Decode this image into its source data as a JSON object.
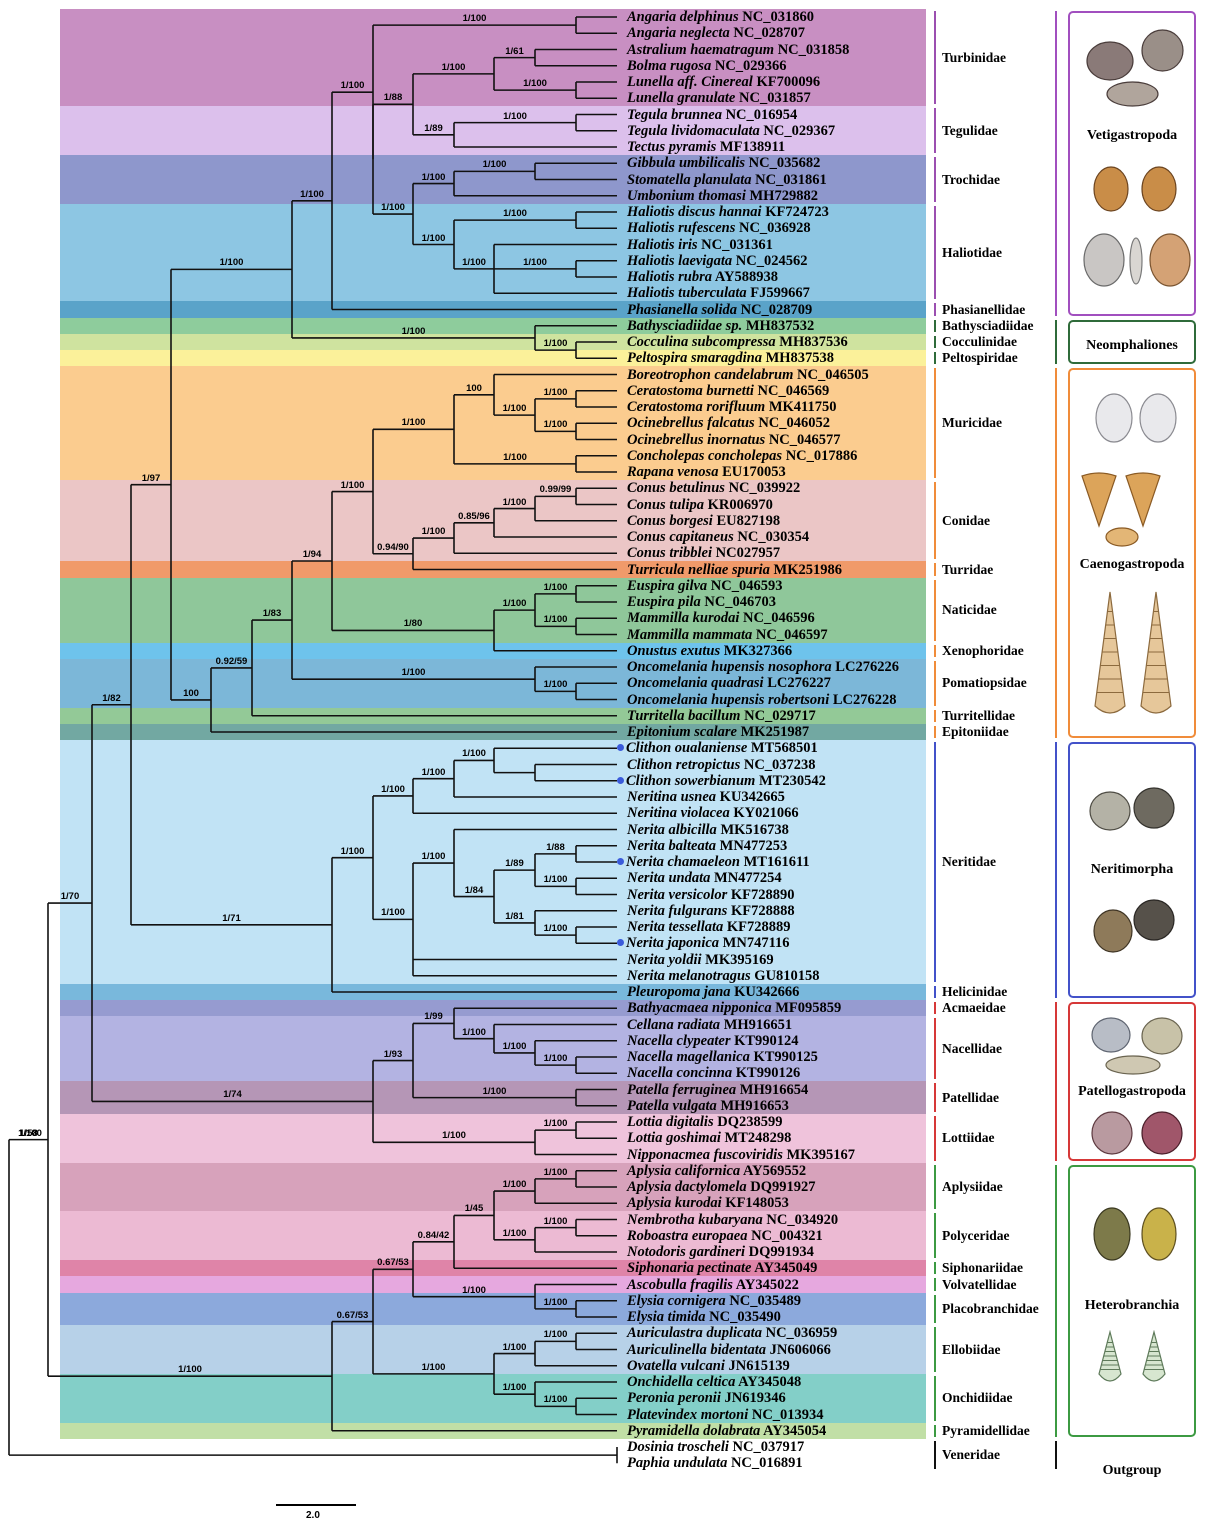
{
  "taxa": [
    {
      "species": "Angaria delphinus",
      "accession": "NC_031860",
      "marked": false
    },
    {
      "species": "Angaria neglecta",
      "accession": "NC_028707",
      "marked": false
    },
    {
      "species": "Astralium haematragum",
      "accession": "NC_031858",
      "marked": false
    },
    {
      "species": "Bolma rugosa",
      "accession": "NC_029366",
      "marked": false
    },
    {
      "species": "Lunella aff. Cinereal",
      "accession": "KF700096",
      "marked": false
    },
    {
      "species": "Lunella granulate",
      "accession": "NC_031857",
      "marked": false
    },
    {
      "species": "Tegula brunnea",
      "accession": "NC_016954",
      "marked": false
    },
    {
      "species": "Tegula lividomaculata",
      "accession": "NC_029367",
      "marked": false
    },
    {
      "species": "Tectus pyramis",
      "accession": "MF138911",
      "marked": false
    },
    {
      "species": "Gibbula umbilicalis",
      "accession": "NC_035682",
      "marked": false
    },
    {
      "species": "Stomatella planulata",
      "accession": "NC_031861",
      "marked": false
    },
    {
      "species": "Umbonium thomasi",
      "accession": "MH729882",
      "marked": false
    },
    {
      "species": "Haliotis discus hannai",
      "accession": "KF724723",
      "marked": false
    },
    {
      "species": "Haliotis rufescens",
      "accession": "NC_036928",
      "marked": false
    },
    {
      "species": "Haliotis iris",
      "accession": "NC_031361",
      "marked": false
    },
    {
      "species": "Haliotis laevigata",
      "accession": "NC_024562",
      "marked": false
    },
    {
      "species": "Haliotis rubra",
      "accession": "AY588938",
      "marked": false
    },
    {
      "species": "Haliotis tuberculata",
      "accession": "FJ599667",
      "marked": false
    },
    {
      "species": "Phasianella solida",
      "accession": "NC_028709",
      "marked": false
    },
    {
      "species": "Bathysciadiidae sp.",
      "accession": "MH837532",
      "marked": false
    },
    {
      "species": "Cocculina subcompressa",
      "accession": "MH837536",
      "marked": false
    },
    {
      "species": "Peltospira smaragdina",
      "accession": "MH837538",
      "marked": false
    },
    {
      "species": "Boreotrophon candelabrum",
      "accession": "NC_046505",
      "marked": false
    },
    {
      "species": "Ceratostoma burnetti",
      "accession": "NC_046569",
      "marked": false
    },
    {
      "species": "Ceratostoma rorifluum",
      "accession": "MK411750",
      "marked": false
    },
    {
      "species": "Ocinebrellus falcatus",
      "accession": "NC_046052",
      "marked": false
    },
    {
      "species": "Ocinebrellus inornatus",
      "accession": "NC_046577",
      "marked": false
    },
    {
      "species": "Concholepas concholepas",
      "accession": "NC_017886",
      "marked": false
    },
    {
      "species": "Rapana venosa",
      "accession": "EU170053",
      "marked": false
    },
    {
      "species": "Conus betulinus",
      "accession": "NC_039922",
      "marked": false
    },
    {
      "species": "Conus tulipa",
      "accession": "KR006970",
      "marked": false
    },
    {
      "species": "Conus borgesi",
      "accession": "EU827198",
      "marked": false
    },
    {
      "species": "Conus capitaneus",
      "accession": "NC_030354",
      "marked": false
    },
    {
      "species": "Conus tribblei",
      "accession": "NC027957",
      "marked": false
    },
    {
      "species": "Turricula nelliae spuria",
      "accession": "MK251986",
      "marked": false
    },
    {
      "species": "Euspira gilva",
      "accession": "NC_046593",
      "marked": false
    },
    {
      "species": "Euspira pila",
      "accession": "NC_046703",
      "marked": false
    },
    {
      "species": "Mammilla kurodai",
      "accession": "NC_046596",
      "marked": false
    },
    {
      "species": "Mammilla mammata",
      "accession": "NC_046597",
      "marked": false
    },
    {
      "species": "Onustus exutus",
      "accession": "MK327366",
      "marked": false
    },
    {
      "species": "Oncomelania hupensis nosophora",
      "accession": "LC276226",
      "marked": false
    },
    {
      "species": "Oncomelania quadrasi",
      "accession": "LC276227",
      "marked": false
    },
    {
      "species": "Oncomelania hupensis robertsoni",
      "accession": "LC276228",
      "marked": false
    },
    {
      "species": "Turritella bacillum",
      "accession": "NC_029717",
      "marked": false
    },
    {
      "species": "Epitonium scalare",
      "accession": "MK251987",
      "marked": false
    },
    {
      "species": "Clithon oualaniense",
      "accession": "MT568501",
      "marked": true
    },
    {
      "species": "Clithon retropictus",
      "accession": "NC_037238",
      "marked": false
    },
    {
      "species": "Clithon sowerbianum",
      "accession": "MT230542",
      "marked": true
    },
    {
      "species": "Neritina usnea",
      "accession": "KU342665",
      "marked": false
    },
    {
      "species": "Neritina violacea",
      "accession": "KY021066",
      "marked": false
    },
    {
      "species": "Nerita albicilla",
      "accession": "MK516738",
      "marked": false
    },
    {
      "species": "Nerita balteata",
      "accession": "MN477253",
      "marked": false
    },
    {
      "species": "Nerita chamaeleon",
      "accession": "MT161611",
      "marked": true
    },
    {
      "species": "Nerita undata",
      "accession": "MN477254",
      "marked": false
    },
    {
      "species": "Nerita versicolor",
      "accession": "KF728890",
      "marked": false
    },
    {
      "species": "Nerita fulgurans",
      "accession": "KF728888",
      "marked": false
    },
    {
      "species": "Nerita tessellata",
      "accession": "KF728889",
      "marked": false
    },
    {
      "species": "Nerita japonica",
      "accession": "MN747116",
      "marked": true
    },
    {
      "species": "Nerita yoldii",
      "accession": "MK395169",
      "marked": false
    },
    {
      "species": "Nerita melanotragus",
      "accession": "GU810158",
      "marked": false
    },
    {
      "species": "Pleuropoma jana",
      "accession": "KU342666",
      "marked": false
    },
    {
      "species": "Bathyacmaea nipponica",
      "accession": "MF095859",
      "marked": false
    },
    {
      "species": "Cellana radiata",
      "accession": "MH916651",
      "marked": false
    },
    {
      "species": "Nacella clypeater",
      "accession": "KT990124",
      "marked": false
    },
    {
      "species": "Nacella magellanica",
      "accession": "KT990125",
      "marked": false
    },
    {
      "species": "Nacella concinna",
      "accession": "KT990126",
      "marked": false
    },
    {
      "species": "Patella ferruginea",
      "accession": "MH916654",
      "marked": false
    },
    {
      "species": "Patella vulgata",
      "accession": "MH916653",
      "marked": false
    },
    {
      "species": "Lottia digitalis",
      "accession": "DQ238599",
      "marked": false
    },
    {
      "species": "Lottia goshimai",
      "accession": "MT248298",
      "marked": false
    },
    {
      "species": "Nipponacmea fuscoviridis",
      "accession": "MK395167",
      "marked": false
    },
    {
      "species": "Aplysia californica",
      "accession": "AY569552",
      "marked": false
    },
    {
      "species": "Aplysia dactylomela",
      "accession": "DQ991927",
      "marked": false
    },
    {
      "species": "Aplysia kurodai",
      "accession": "KF148053",
      "marked": false
    },
    {
      "species": "Nembrotha kubaryana",
      "accession": "NC_034920",
      "marked": false
    },
    {
      "species": "Roboastra europaea",
      "accession": "NC_004321",
      "marked": false
    },
    {
      "species": "Notodoris gardineri",
      "accession": "DQ991934",
      "marked": false
    },
    {
      "species": "Siphonaria pectinate",
      "accession": "AY345049",
      "marked": false
    },
    {
      "species": "Ascobulla fragilis",
      "accession": "AY345022",
      "marked": false
    },
    {
      "species": "Elysia cornigera",
      "accession": "NC_035489",
      "marked": false
    },
    {
      "species": "Elysia timida",
      "accession": "NC_035490",
      "marked": false
    },
    {
      "species": "Auriculastra duplicata",
      "accession": "NC_036959",
      "marked": false
    },
    {
      "species": "Auriculinella bidentata",
      "accession": "JN606066",
      "marked": false
    },
    {
      "species": "Ovatella vulcani",
      "accession": "JN615139",
      "marked": false
    },
    {
      "species": "Onchidella celtica",
      "accession": "AY345048",
      "marked": false
    },
    {
      "species": "Peronia peronii",
      "accession": "JN619346",
      "marked": false
    },
    {
      "species": "Platevindex mortoni",
      "accession": "NC_013934",
      "marked": false
    },
    {
      "species": "Pyramidella dolabrata",
      "accession": "AY345054",
      "marked": false
    },
    {
      "species": "Dosinia troscheli",
      "accession": "NC_037917",
      "marked": false
    },
    {
      "species": "Paphia undulata",
      "accession": "NC_016891",
      "marked": false
    }
  ],
  "families": [
    {
      "name": "Turbinidae",
      "first": 0,
      "last": 5,
      "color": "#c88fc2",
      "line": "#9b4fb0"
    },
    {
      "name": "Tegulidae",
      "first": 6,
      "last": 8,
      "color": "#dcc0ec",
      "line": "#9b4fb0"
    },
    {
      "name": "Trochidae",
      "first": 9,
      "last": 11,
      "color": "#8e97cc",
      "line": "#9b4fb0"
    },
    {
      "name": "Haliotidae",
      "first": 12,
      "last": 17,
      "color": "#8dc6e3",
      "line": "#9b4fb0"
    },
    {
      "name": "Phasianellidae",
      "first": 18,
      "last": 18,
      "color": "#5aa3c9",
      "line": "#9b4fb0"
    },
    {
      "name": "Bathysciadiidae",
      "first": 19,
      "last": 19,
      "color": "#8ecc9c",
      "line": "#2f6b3a"
    },
    {
      "name": "Cocculinidae",
      "first": 20,
      "last": 20,
      "color": "#cfe39f",
      "line": "#2f6b3a"
    },
    {
      "name": "Peltospiridae",
      "first": 21,
      "last": 21,
      "color": "#fbf19a",
      "line": "#2f6b3a"
    },
    {
      "name": "Muricidae",
      "first": 22,
      "last": 28,
      "color": "#fbcc8f",
      "line": "#f08c3a"
    },
    {
      "name": "Conidae",
      "first": 29,
      "last": 33,
      "color": "#ebc6c6",
      "line": "#f08c3a"
    },
    {
      "name": "Turridae",
      "first": 34,
      "last": 34,
      "color": "#f09a6a",
      "line": "#f08c3a"
    },
    {
      "name": "Naticidae",
      "first": 35,
      "last": 38,
      "color": "#8fc79a",
      "line": "#f08c3a"
    },
    {
      "name": "Xenophoridae",
      "first": 39,
      "last": 39,
      "color": "#6ec3ec",
      "line": "#f08c3a"
    },
    {
      "name": "Pomatiopsidae",
      "first": 40,
      "last": 42,
      "color": "#7cb7d8",
      "line": "#f08c3a"
    },
    {
      "name": "Turritellidae",
      "first": 43,
      "last": 43,
      "color": "#93c997",
      "line": "#f08c3a"
    },
    {
      "name": "Epitoniidae",
      "first": 44,
      "last": 44,
      "color": "#72a8a2",
      "line": "#f08c3a"
    },
    {
      "name": "Neritidae",
      "first": 45,
      "last": 59,
      "color": "#c1e3f5",
      "line": "#4352c9"
    },
    {
      "name": "Helicinidae",
      "first": 60,
      "last": 60,
      "color": "#79b8dc",
      "line": "#4352c9"
    },
    {
      "name": "Acmaeidae",
      "first": 61,
      "last": 61,
      "color": "#969bd0",
      "line": "#d63838"
    },
    {
      "name": "Nacellidae",
      "first": 62,
      "last": 65,
      "color": "#b3b3e2",
      "line": "#d63838"
    },
    {
      "name": "Patellidae",
      "first": 66,
      "last": 67,
      "color": "#b596b6",
      "line": "#d63838"
    },
    {
      "name": "Lottiidae",
      "first": 68,
      "last": 70,
      "color": "#efc3db",
      "line": "#d63838"
    },
    {
      "name": "Aplysiidae",
      "first": 71,
      "last": 73,
      "color": "#d7a2bb",
      "line": "#3c9a42"
    },
    {
      "name": "Polyceridae",
      "first": 74,
      "last": 76,
      "color": "#ecbad3",
      "line": "#3c9a42"
    },
    {
      "name": "Siphonariidae",
      "first": 77,
      "last": 77,
      "color": "#df84a8",
      "line": "#3c9a42"
    },
    {
      "name": "Volvatellidae",
      "first": 78,
      "last": 78,
      "color": "#e6a8df",
      "line": "#3c9a42"
    },
    {
      "name": "Placobranchidae",
      "first": 79,
      "last": 80,
      "color": "#8ca9dc",
      "line": "#3c9a42"
    },
    {
      "name": "Ellobiidae",
      "first": 81,
      "last": 83,
      "color": "#b7d1e8",
      "line": "#3c9a42"
    },
    {
      "name": "Onchidiidae",
      "first": 84,
      "last": 86,
      "color": "#83cfc8",
      "line": "#3c9a42"
    },
    {
      "name": "Pyramidellidae",
      "first": 87,
      "last": 87,
      "color": "#c1dfa6",
      "line": "#3c9a42"
    },
    {
      "name": "Veneridae",
      "first": 88,
      "last": 89,
      "color": "#ffffff",
      "line": "#111111"
    }
  ],
  "clades": [
    {
      "name": "Vetigastropoda",
      "first": 0,
      "last": 18,
      "color": "#a14fbf",
      "boxed": true
    },
    {
      "name": "Neomphaliones",
      "first": 19,
      "last": 21,
      "color": "#2f6b3a",
      "boxed": true
    },
    {
      "name": "Caenogastropoda",
      "first": 22,
      "last": 44,
      "color": "#f08c3a",
      "boxed": true
    },
    {
      "name": "Neritimorpha",
      "first": 45,
      "last": 60,
      "color": "#4352c9",
      "boxed": true
    },
    {
      "name": "Patellogastropoda",
      "first": 61,
      "last": 70,
      "color": "#d63838",
      "boxed": true
    },
    {
      "name": "Heterobranchia",
      "first": 71,
      "last": 87,
      "color": "#3c9a42",
      "boxed": true
    },
    {
      "name": "Outgroup",
      "first": 88,
      "last": 89,
      "color": "#111111",
      "boxed": false
    }
  ],
  "support_labels": [
    {
      "id": "n_root",
      "text": "1/100"
    },
    {
      "id": "n_gastro",
      "text": "1/58"
    },
    {
      "id": "n_a",
      "text": "1/70"
    },
    {
      "id": "n_b",
      "text": "1/82"
    },
    {
      "id": "n_c",
      "text": "1/97"
    },
    {
      "id": "n_vetineo",
      "text": "1/100"
    },
    {
      "id": "n_vet",
      "text": "1/100"
    },
    {
      "id": "n_vet2",
      "text": "1/100"
    },
    {
      "id": "n_angaria",
      "text": "1/100"
    },
    {
      "id": "n_turb_teg",
      "text": "1/88"
    },
    {
      "id": "n_turb",
      "text": "1/100"
    },
    {
      "id": "n_astbol",
      "text": "1/61"
    },
    {
      "id": "n_lunella",
      "text": "1/100"
    },
    {
      "id": "n_teg",
      "text": "1/89"
    },
    {
      "id": "n_tegula",
      "text": "1/100"
    },
    {
      "id": "n_troc_hal",
      "text": "1/100"
    },
    {
      "id": "n_troc",
      "text": "1/100"
    },
    {
      "id": "n_gibsto",
      "text": "1/100"
    },
    {
      "id": "n_hal",
      "text": "1/100"
    },
    {
      "id": "n_hal12",
      "text": "1/100"
    },
    {
      "id": "n_hal3456",
      "text": "1/100"
    },
    {
      "id": "n_hal45",
      "text": "1/100"
    },
    {
      "id": "n_neom",
      "text": "1/100"
    },
    {
      "id": "n_neom2",
      "text": "1/100"
    },
    {
      "id": "n_caeno",
      "text": "100"
    },
    {
      "id": "n_caeno2",
      "text": "0.92/59"
    },
    {
      "id": "n_caeno3",
      "text": "1/83"
    },
    {
      "id": "n_caeno4",
      "text": "1/94"
    },
    {
      "id": "n_neo",
      "text": "1/100"
    },
    {
      "id": "n_mur",
      "text": "1/100"
    },
    {
      "id": "n_mur2",
      "text": "100"
    },
    {
      "id": "n_cer",
      "text": "1/100"
    },
    {
      "id": "n_cerb",
      "text": "1/100"
    },
    {
      "id": "n_ocin",
      "text": "1/100"
    },
    {
      "id": "n_conrap",
      "text": "1/100"
    },
    {
      "id": "n_conturr",
      "text": "0.94/90"
    },
    {
      "id": "n_conus",
      "text": "1/100"
    },
    {
      "id": "n_conus2",
      "text": "0.85/96"
    },
    {
      "id": "n_conus3",
      "text": "1/100"
    },
    {
      "id": "n_conus4",
      "text": "0.99/99"
    },
    {
      "id": "n_natx",
      "text": "1/80"
    },
    {
      "id": "n_nat",
      "text": "1/100"
    },
    {
      "id": "n_eus",
      "text": "1/100"
    },
    {
      "id": "n_mam",
      "text": "1/100"
    },
    {
      "id": "n_pom",
      "text": "1/100"
    },
    {
      "id": "n_pom2",
      "text": "1/100"
    },
    {
      "id": "n_neri",
      "text": "1/71"
    },
    {
      "id": "n_neri2",
      "text": "1/100"
    },
    {
      "id": "n_cln",
      "text": "1/100"
    },
    {
      "id": "n_cl",
      "text": "1/100"
    },
    {
      "id": "n_cl2",
      "text": "1/100"
    },
    {
      "id": "n_nerita",
      "text": "1/100"
    },
    {
      "id": "n_nerita2",
      "text": "1/100"
    },
    {
      "id": "n_ner3",
      "text": "1/84"
    },
    {
      "id": "n_ner4",
      "text": "1/89"
    },
    {
      "id": "n_ner5",
      "text": "1/88"
    },
    {
      "id": "n_ner6",
      "text": "1/100"
    },
    {
      "id": "n_ner7",
      "text": "1/81"
    },
    {
      "id": "n_ner8",
      "text": "1/100"
    },
    {
      "id": "n_pat",
      "text": "1/74"
    },
    {
      "id": "n_pat2",
      "text": "1/93"
    },
    {
      "id": "n_acnac",
      "text": "1/99"
    },
    {
      "id": "n_nac",
      "text": "1/100"
    },
    {
      "id": "n_nac2",
      "text": "1/100"
    },
    {
      "id": "n_nac3",
      "text": "1/100"
    },
    {
      "id": "n_patel",
      "text": "1/100"
    },
    {
      "id": "n_lot",
      "text": "1/100"
    },
    {
      "id": "n_lot2",
      "text": "1/100"
    },
    {
      "id": "n_het",
      "text": "1/100"
    },
    {
      "id": "n_het2",
      "text": "0.67/53"
    },
    {
      "id": "n_het3",
      "text": "0.67/53"
    },
    {
      "id": "n_het4",
      "text": "0.84/42"
    },
    {
      "id": "n_het5",
      "text": "1/45"
    },
    {
      "id": "n_apl",
      "text": "1/100"
    },
    {
      "id": "n_apl2",
      "text": "1/100"
    },
    {
      "id": "n_poly",
      "text": "1/100"
    },
    {
      "id": "n_poly2",
      "text": "1/100"
    },
    {
      "id": "n_volv",
      "text": "1/100"
    },
    {
      "id": "n_ely",
      "text": "1/100"
    },
    {
      "id": "n_elon",
      "text": "1/100"
    },
    {
      "id": "n_ell",
      "text": "1/100"
    },
    {
      "id": "n_ell2",
      "text": "1/100"
    },
    {
      "id": "n_onc",
      "text": "1/100"
    },
    {
      "id": "n_onc2",
      "text": "1/100"
    }
  ],
  "scale": {
    "label": "2.0"
  },
  "colors": {
    "marker": "#3b5bdb",
    "branch": "#111111"
  }
}
